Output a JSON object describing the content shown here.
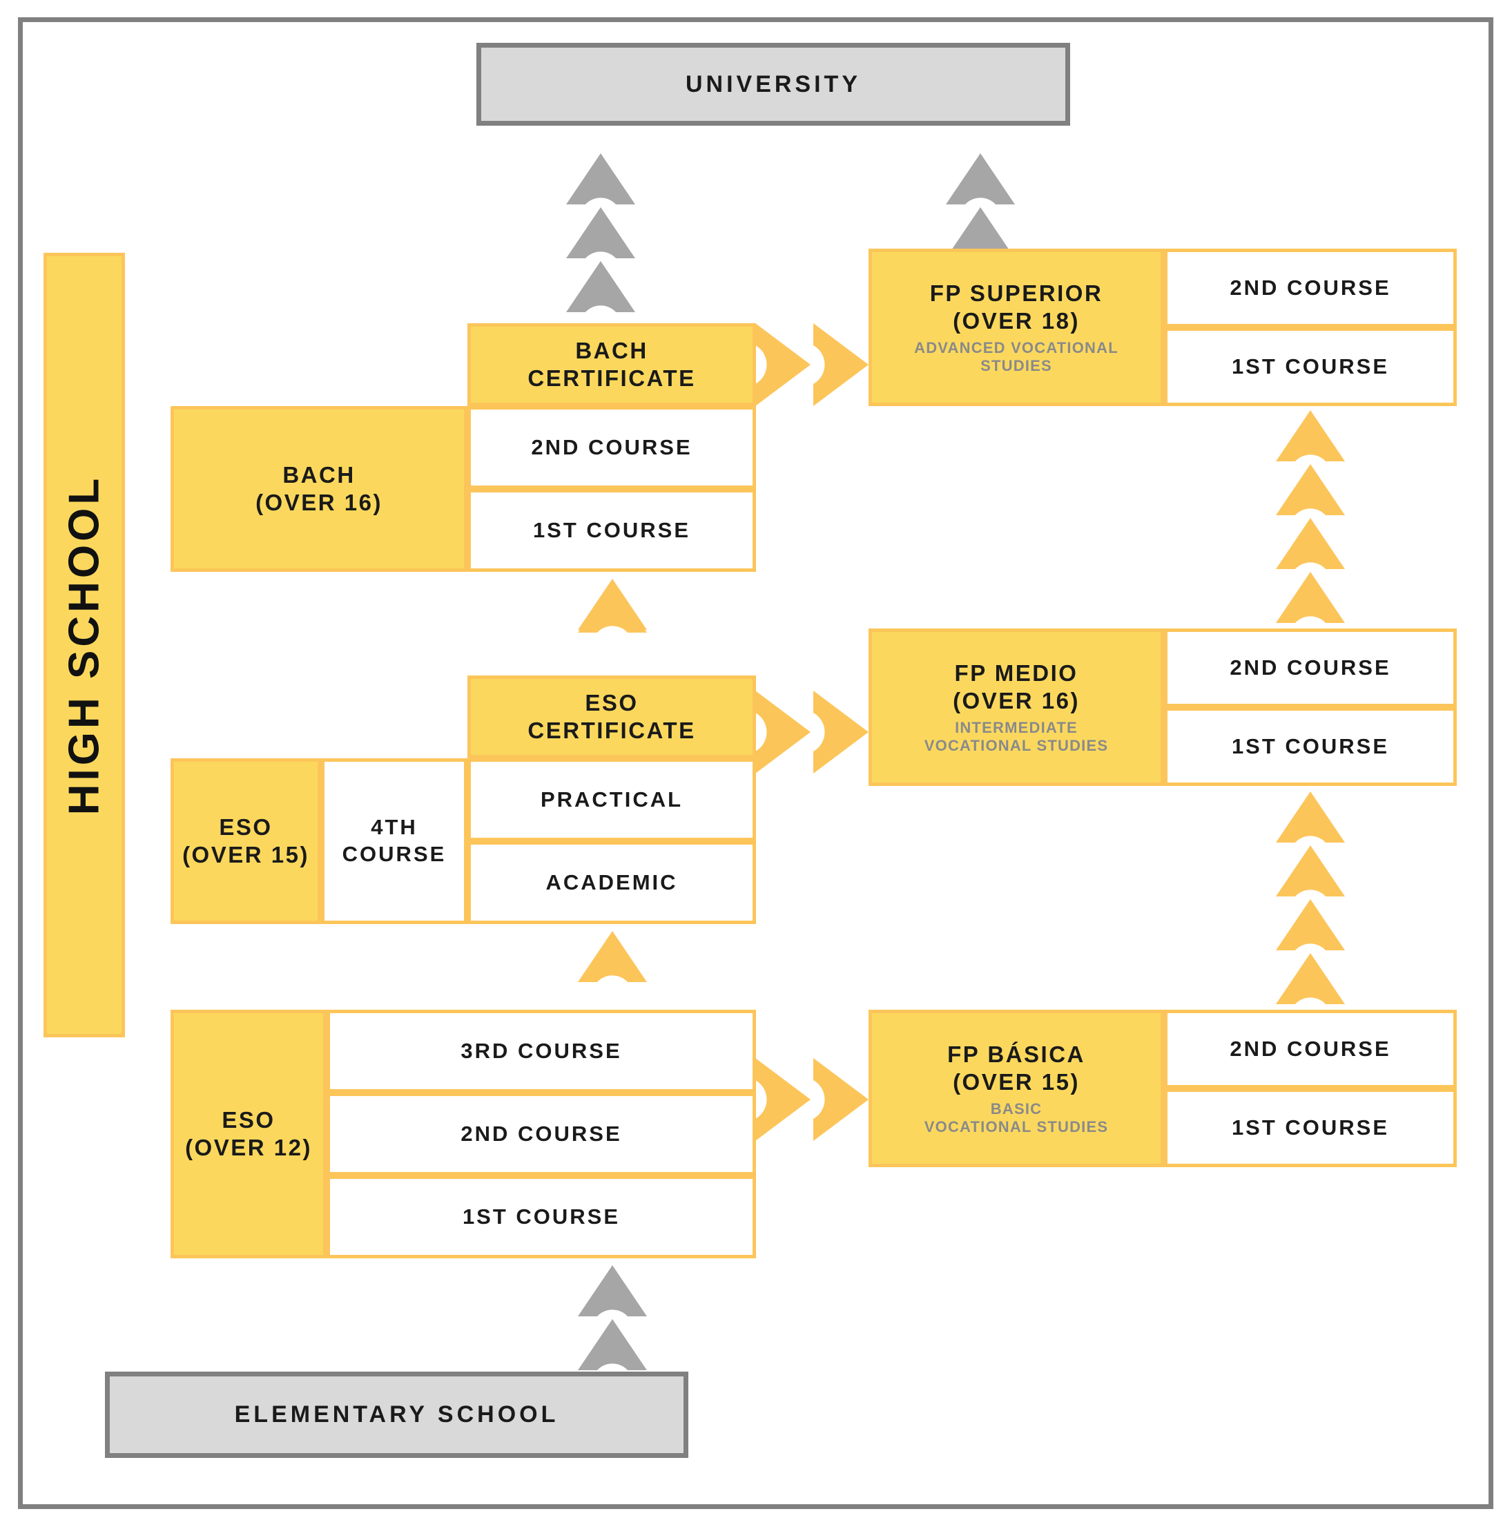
{
  "diagram": {
    "title_bar": {
      "label": "HIGH SCHOOL"
    },
    "top_node": {
      "label": "UNIVERSITY"
    },
    "bottom_node": {
      "label": "ELEMENTARY SCHOOL"
    },
    "colors": {
      "yellow_fill": "#FBD85D",
      "yellow_border": "#FCC55A",
      "gray_fill": "#D9D9D9",
      "gray_border": "#808080",
      "white_fill": "#FFFFFF",
      "text": "#1A1A1A",
      "sub_text": "#8A8A8A"
    },
    "bach_certificate": {
      "line1": "BACH",
      "line2": "CERTIFICATE"
    },
    "bach": {
      "line1": "BACH",
      "line2": "(OVER 16)",
      "courses": [
        "2ND COURSE",
        "1ST COURSE"
      ]
    },
    "eso_certificate": {
      "line1": "ESO",
      "line2": "CERTIFICATE"
    },
    "eso_over15": {
      "line1": "ESO",
      "line2": "(OVER 15)",
      "course_label_line1": "4TH",
      "course_label_line2": "COURSE",
      "tracks": [
        "PRACTICAL",
        "ACADEMIC"
      ]
    },
    "eso_over12": {
      "line1": "ESO",
      "line2": "(OVER 12)",
      "courses": [
        "3RD COURSE",
        "2ND COURSE",
        "1ST COURSE"
      ]
    },
    "fp_superior": {
      "line1": "FP SUPERIOR",
      "line2": "(OVER 18)",
      "sub_line1": "ADVANCED VOCATIONAL",
      "sub_line2": "STUDIES",
      "courses": [
        "2ND COURSE",
        "1ST COURSE"
      ]
    },
    "fp_medio": {
      "line1": "FP MEDIO",
      "line2": "(OVER 16)",
      "sub_line1": "INTERMEDIATE",
      "sub_line2": "VOCATIONAL STUDIES",
      "courses": [
        "2ND COURSE",
        "1ST COURSE"
      ]
    },
    "fp_basica": {
      "line1": "FP BÁSICA",
      "line2": "(OVER 15)",
      "sub_line1": "BASIC",
      "sub_line2": "VOCATIONAL STUDIES",
      "courses": [
        "2ND COURSE",
        "1ST COURSE"
      ]
    },
    "connectors": {
      "bach_cert_to_university": {
        "icon": "chevron-up-icon",
        "count": 3,
        "color": "#A6A6A6"
      },
      "fp_superior_to_university": {
        "icon": "chevron-up-icon",
        "count": 2,
        "color": "#A6A6A6"
      },
      "bach_to_bach_cert": {
        "icon": "chevron-up-icon",
        "count": 1,
        "color": "#FCC55A"
      },
      "eso_cert_to_bach": {
        "icon": "chevron-up-icon",
        "count": 1,
        "color": "#FCC55A"
      },
      "eso12_to_eso15": {
        "icon": "chevron-up-icon",
        "count": 1,
        "color": "#FCC55A"
      },
      "elementary_to_eso12": {
        "icon": "chevron-up-icon",
        "count": 2,
        "color": "#A6A6A6"
      },
      "bach_cert_to_fp_superior": {
        "icon": "chevron-right-icon",
        "count": 2,
        "color": "#FCC55A"
      },
      "eso_cert_to_fp_medio": {
        "icon": "chevron-right-icon",
        "count": 2,
        "color": "#FCC55A"
      },
      "eso12_to_fp_basica": {
        "icon": "chevron-right-icon",
        "count": 2,
        "color": "#FCC55A"
      },
      "fp_medio_to_fp_superior": {
        "icon": "chevron-up-icon",
        "count": 4,
        "color": "#FCC55A"
      },
      "fp_basica_to_fp_medio": {
        "icon": "chevron-up-icon",
        "count": 4,
        "color": "#FCC55A"
      }
    }
  }
}
